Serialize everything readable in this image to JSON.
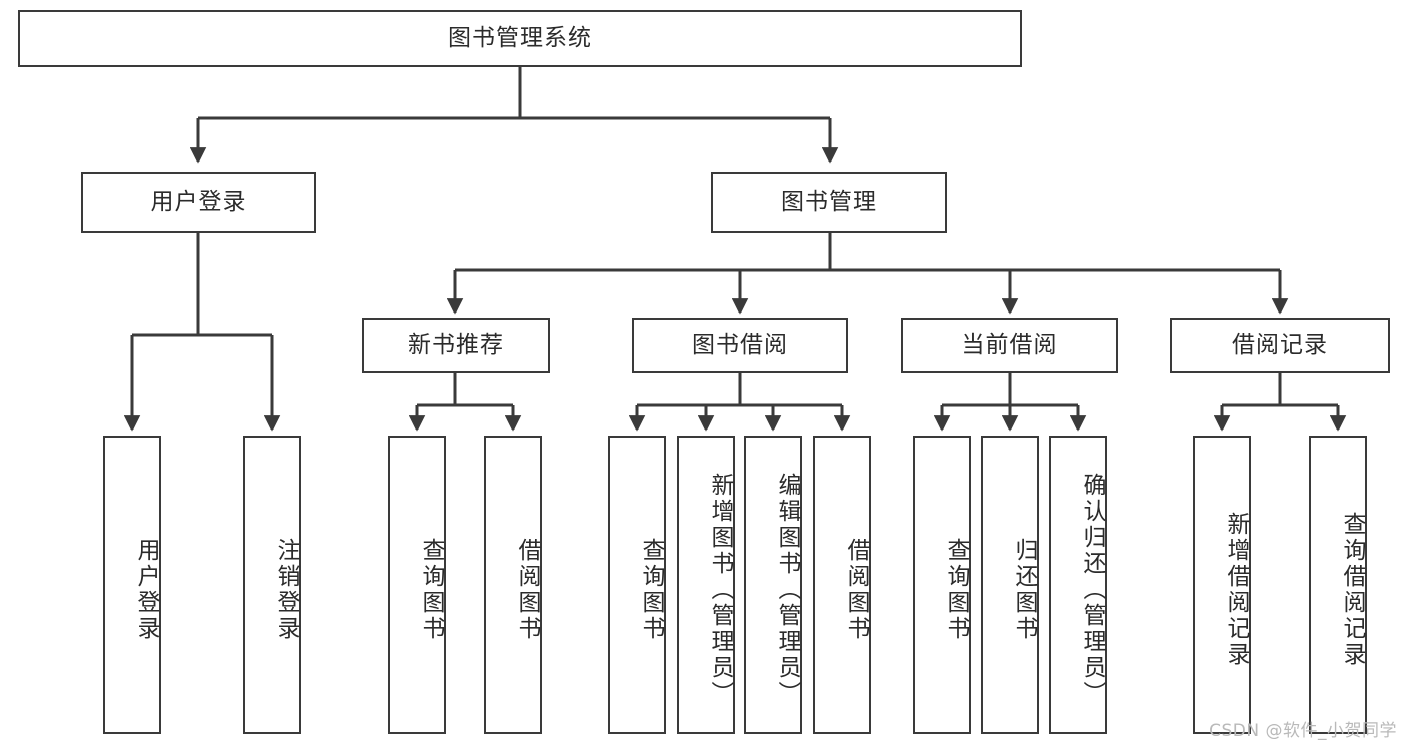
{
  "diagram": {
    "title": "图书管理系统",
    "watermark": "CSDN @软件_小贺同学",
    "type": "tree",
    "stroke_color": "#3a3a3a",
    "text_color": "#2b2b2b",
    "background_color": "#ffffff",
    "nodes": {
      "root": {
        "label": "图书管理系统"
      },
      "level2": [
        {
          "id": "user-login",
          "label": "用户登录"
        },
        {
          "id": "book-manage",
          "label": "图书管理"
        }
      ],
      "level3": [
        {
          "id": "new-book-recommend",
          "label": "新书推荐"
        },
        {
          "id": "book-borrow",
          "label": "图书借阅"
        },
        {
          "id": "current-borrow",
          "label": "当前借阅"
        },
        {
          "id": "borrow-record",
          "label": "借阅记录"
        }
      ],
      "leaves": {
        "user-login": [
          {
            "id": "leaf-user-login",
            "label": "用户登录"
          },
          {
            "id": "leaf-logout-login",
            "label": "注销登录"
          }
        ],
        "new-book-recommend": [
          {
            "id": "leaf-query-book-1",
            "label": "查询图书"
          },
          {
            "id": "leaf-borrow-book-1",
            "label": "借阅图书"
          }
        ],
        "book-borrow": [
          {
            "id": "leaf-query-book-2",
            "label": "查询图书"
          },
          {
            "id": "leaf-add-book",
            "label": "新增图书（管理员）"
          },
          {
            "id": "leaf-edit-book",
            "label": "编辑图书（管理员）"
          },
          {
            "id": "leaf-borrow-book-2",
            "label": "借阅图书"
          }
        ],
        "current-borrow": [
          {
            "id": "leaf-query-book-3",
            "label": "查询图书"
          },
          {
            "id": "leaf-return-book",
            "label": "归还图书"
          },
          {
            "id": "leaf-confirm-return",
            "label": "确认归还（管理员）"
          }
        ],
        "borrow-record": [
          {
            "id": "leaf-add-record",
            "label": "新增借阅记录"
          },
          {
            "id": "leaf-query-record",
            "label": "查询借阅记录"
          }
        ]
      }
    }
  }
}
